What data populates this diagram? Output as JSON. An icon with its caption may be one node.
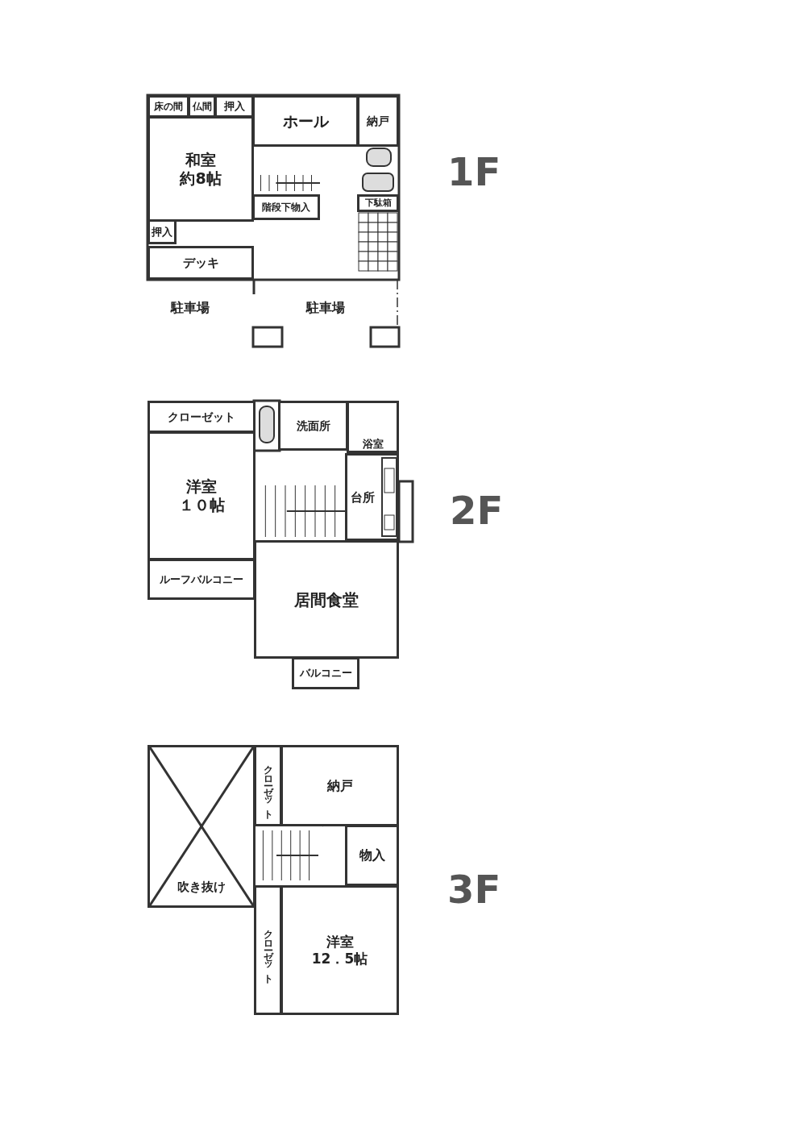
{
  "diagram": {
    "nodes": [
      {
        "text": [
          "床の間"
        ]
      },
      {
        "text": [
          "仏間"
        ]
      },
      {
        "text": [
          "押入"
        ]
      },
      {
        "text": [
          "ホール"
        ]
      },
      {
        "text": [
          "納戸"
        ]
      },
      {
        "text": [
          "和室",
          "約8帖"
        ]
      },
      {
        "text": [
          "階段下物入"
        ]
      },
      {
        "text": [
          "下駄箱"
        ]
      },
      {
        "text": [
          "押入"
        ]
      },
      {
        "text": [
          "デッキ"
        ]
      },
      {
        "text": [
          "クローゼット"
        ]
      },
      {
        "text": [
          "洗面所"
        ]
      },
      {
        "text": [
          "浴室"
        ]
      },
      {
        "text": [
          "洋室",
          "１０帖"
        ]
      },
      {
        "text": [
          "台所"
        ]
      },
      {
        "text": [
          "ルーフバルコニー"
        ]
      },
      {
        "text": [
          "居間食堂"
        ]
      },
      {
        "text": [
          "バルコニー"
        ]
      },
      {
        "text": [
          "吹き抜け"
        ]
      },
      {
        "text": [
          "クローゼット"
        ]
      },
      {
        "text": [
          "納戸"
        ]
      },
      {
        "text": [
          "物入"
        ]
      },
      {
        "text": [
          "クローゼット"
        ]
      },
      {
        "text": [
          "洋室",
          "12．5帖"
        ]
      }
    ],
    "labels": [
      "1F",
      "駐車場",
      "駐車場",
      "2F",
      "3F"
    ]
  }
}
